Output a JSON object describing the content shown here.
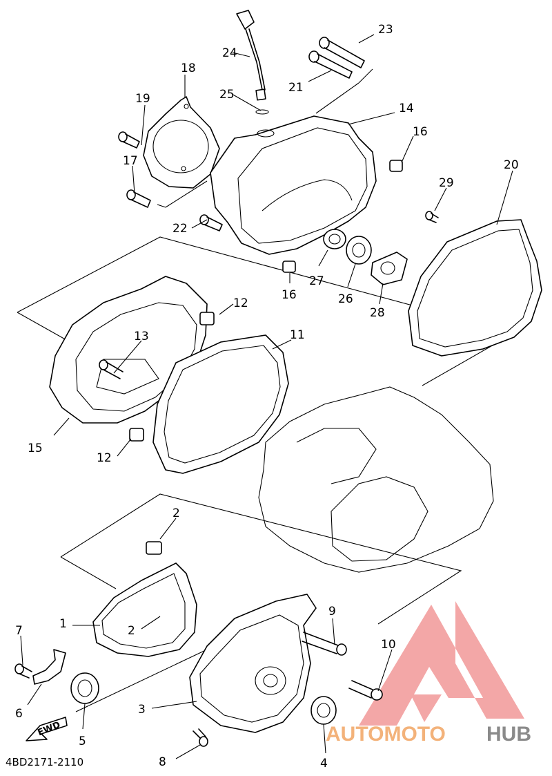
{
  "diagram": {
    "drawing_code": "4BD2171-2110",
    "direction_label": "FWD",
    "callouts": [
      {
        "id": "c1",
        "text": "1"
      },
      {
        "id": "c2a",
        "text": "2"
      },
      {
        "id": "c2b",
        "text": "2"
      },
      {
        "id": "c3",
        "text": "3"
      },
      {
        "id": "c4",
        "text": "4"
      },
      {
        "id": "c5",
        "text": "5"
      },
      {
        "id": "c6",
        "text": "6"
      },
      {
        "id": "c7",
        "text": "7"
      },
      {
        "id": "c8",
        "text": "8"
      },
      {
        "id": "c9",
        "text": "9"
      },
      {
        "id": "c10",
        "text": "10"
      },
      {
        "id": "c11",
        "text": "11"
      },
      {
        "id": "c12a",
        "text": "12"
      },
      {
        "id": "c12b",
        "text": "12"
      },
      {
        "id": "c13",
        "text": "13"
      },
      {
        "id": "c14",
        "text": "14"
      },
      {
        "id": "c15",
        "text": "15"
      },
      {
        "id": "c16a",
        "text": "16"
      },
      {
        "id": "c16b",
        "text": "16"
      },
      {
        "id": "c17",
        "text": "17"
      },
      {
        "id": "c18",
        "text": "18"
      },
      {
        "id": "c19",
        "text": "19"
      },
      {
        "id": "c20",
        "text": "20"
      },
      {
        "id": "c21",
        "text": "21"
      },
      {
        "id": "c22",
        "text": "22"
      },
      {
        "id": "c23",
        "text": "23"
      },
      {
        "id": "c24",
        "text": "24"
      },
      {
        "id": "c25",
        "text": "25"
      },
      {
        "id": "c26",
        "text": "26"
      },
      {
        "id": "c27",
        "text": "27"
      },
      {
        "id": "c28",
        "text": "28"
      },
      {
        "id": "c29",
        "text": "29"
      }
    ]
  },
  "watermark": {
    "brand_part1": "AUTOMOTO",
    "brand_part2": "HUB",
    "color_part1": "#f3b27a",
    "color_part2": "#8a8a8a",
    "triangle_color": "#f08a8a"
  }
}
